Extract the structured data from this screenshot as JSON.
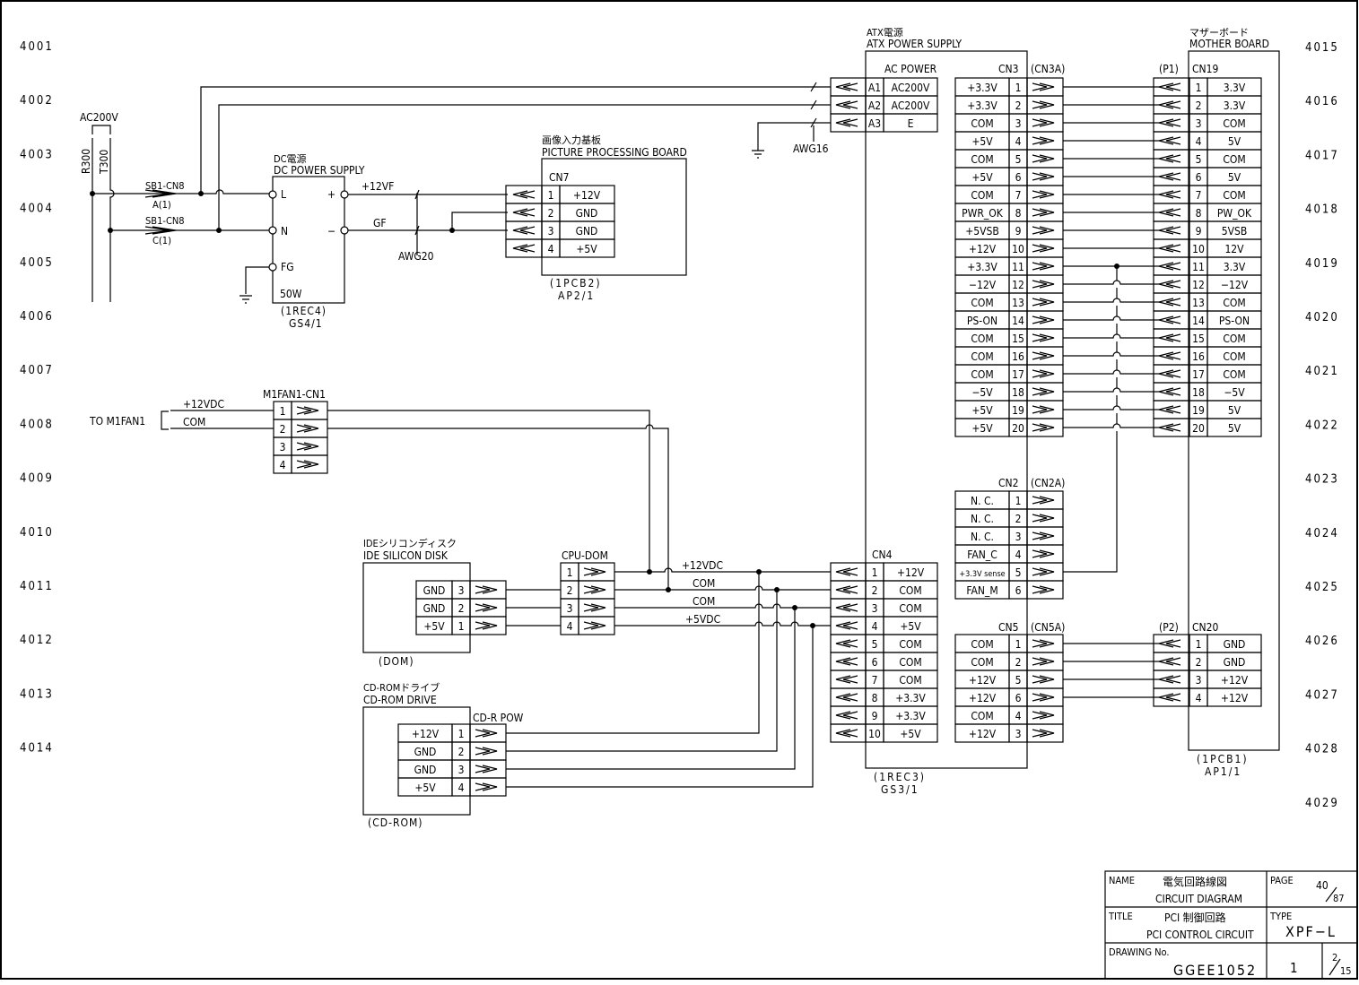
{
  "row_refs_left": [
    "4001",
    "4002",
    "4003",
    "4004",
    "4005",
    "4006",
    "4007",
    "4008",
    "4009",
    "4010",
    "4011",
    "4012",
    "4013",
    "4014"
  ],
  "row_refs_right": [
    "4015",
    "4016",
    "4017",
    "4018",
    "4019",
    "4020",
    "4021",
    "4022",
    "4023",
    "4024",
    "4025",
    "4026",
    "4027",
    "4028",
    "4029"
  ],
  "ac_input": {
    "label": "AC200V",
    "wires": [
      "R300",
      "T300"
    ],
    "connectors": [
      {
        "name": "SB1-CN8",
        "pin": "A(1)"
      },
      {
        "name": "SB1-CN8",
        "pin": "C(1)"
      }
    ]
  },
  "dc_power_supply": {
    "title_jp": "DC電源",
    "title_en": "DC POWER SUPPLY",
    "terminals": [
      "L",
      "N",
      "FG"
    ],
    "plus": "+",
    "minus": "−",
    "rating": "50W",
    "ref": "(1REC4)",
    "sheet_ref": "GS4/1",
    "out_labels": [
      "+12VF",
      "GF"
    ],
    "wire_gauge": "AWG20"
  },
  "picture_board": {
    "title_jp": "画像入力基板",
    "title_en": "PICTURE PROCESSING BOARD",
    "connector": "CN7",
    "pins": [
      {
        "no": "1",
        "signal": "+12V"
      },
      {
        "no": "2",
        "signal": "GND"
      },
      {
        "no": "3",
        "signal": "GND"
      },
      {
        "no": "4",
        "signal": "+5V"
      }
    ],
    "ref": "(1PCB2)",
    "sheet_ref": "AP2/1"
  },
  "atx_power": {
    "title_jp": "ATX電源",
    "title_en": "ATX POWER SUPPLY",
    "ac_header": "AC POWER",
    "ac_pins": [
      {
        "no": "A1",
        "signal": "AC200V"
      },
      {
        "no": "A2",
        "signal": "AC200V"
      },
      {
        "no": "A3",
        "signal": "E"
      }
    ],
    "ac_wire_gauge": "AWG16",
    "ref": "(1REC3)",
    "sheet_ref": "GS3/1",
    "cn3": {
      "name": "CN3",
      "mate": "(CN3A)",
      "pins": [
        {
          "no": "1",
          "signal": "+3.3V"
        },
        {
          "no": "2",
          "signal": "+3.3V"
        },
        {
          "no": "3",
          "signal": "COM"
        },
        {
          "no": "4",
          "signal": "+5V"
        },
        {
          "no": "5",
          "signal": "COM"
        },
        {
          "no": "6",
          "signal": "+5V"
        },
        {
          "no": "7",
          "signal": "COM"
        },
        {
          "no": "8",
          "signal": "PWR_OK"
        },
        {
          "no": "9",
          "signal": "+5VSB"
        },
        {
          "no": "10",
          "signal": "+12V"
        },
        {
          "no": "11",
          "signal": "+3.3V"
        },
        {
          "no": "12",
          "signal": "−12V"
        },
        {
          "no": "13",
          "signal": "COM"
        },
        {
          "no": "14",
          "signal": "PS-ON"
        },
        {
          "no": "15",
          "signal": "COM"
        },
        {
          "no": "16",
          "signal": "COM"
        },
        {
          "no": "17",
          "signal": "COM"
        },
        {
          "no": "18",
          "signal": "−5V"
        },
        {
          "no": "19",
          "signal": "+5V"
        },
        {
          "no": "20",
          "signal": "+5V"
        }
      ]
    },
    "cn2": {
      "name": "CN2",
      "mate": "(CN2A)",
      "pins": [
        {
          "no": "1",
          "signal": "N. C."
        },
        {
          "no": "2",
          "signal": "N. C."
        },
        {
          "no": "3",
          "signal": "N. C."
        },
        {
          "no": "4",
          "signal": "FAN_C"
        },
        {
          "no": "5",
          "signal": "+3.3V sense"
        },
        {
          "no": "6",
          "signal": "FAN_M"
        }
      ]
    },
    "cn4": {
      "name": "CN4",
      "pins": [
        {
          "no": "1",
          "signal": "+12V"
        },
        {
          "no": "2",
          "signal": "COM"
        },
        {
          "no": "3",
          "signal": "COM"
        },
        {
          "no": "4",
          "signal": "+5V"
        },
        {
          "no": "5",
          "signal": "COM"
        },
        {
          "no": "6",
          "signal": "COM"
        },
        {
          "no": "7",
          "signal": "COM"
        },
        {
          "no": "8",
          "signal": "+3.3V"
        },
        {
          "no": "9",
          "signal": "+3.3V"
        },
        {
          "no": "10",
          "signal": "+5V"
        }
      ]
    },
    "cn5": {
      "name": "CN5",
      "mate": "(CN5A)",
      "pins": [
        {
          "no": "1",
          "signal": "COM"
        },
        {
          "no": "2",
          "signal": "COM"
        },
        {
          "no": "5",
          "signal": "+12V"
        },
        {
          "no": "6",
          "signal": "+12V"
        },
        {
          "no": "4",
          "signal": "COM"
        },
        {
          "no": "3",
          "signal": "+12V"
        }
      ]
    }
  },
  "mother_board": {
    "title_jp": "マザーボード",
    "title_en": "MOTHER BOARD",
    "ref": "(1PCB1)",
    "sheet_ref": "AP1/1",
    "cn19": {
      "name": "CN19",
      "mate": "(P1)",
      "pins": [
        {
          "no": "1",
          "signal": "3.3V"
        },
        {
          "no": "2",
          "signal": "3.3V"
        },
        {
          "no": "3",
          "signal": "COM"
        },
        {
          "no": "4",
          "signal": "5V"
        },
        {
          "no": "5",
          "signal": "COM"
        },
        {
          "no": "6",
          "signal": "5V"
        },
        {
          "no": "7",
          "signal": "COM"
        },
        {
          "no": "8",
          "signal": "PW_OK"
        },
        {
          "no": "9",
          "signal": "5VSB"
        },
        {
          "no": "10",
          "signal": "12V"
        },
        {
          "no": "11",
          "signal": "3.3V"
        },
        {
          "no": "12",
          "signal": "−12V"
        },
        {
          "no": "13",
          "signal": "COM"
        },
        {
          "no": "14",
          "signal": "PS-ON"
        },
        {
          "no": "15",
          "signal": "COM"
        },
        {
          "no": "16",
          "signal": "COM"
        },
        {
          "no": "17",
          "signal": "COM"
        },
        {
          "no": "18",
          "signal": "−5V"
        },
        {
          "no": "19",
          "signal": "5V"
        },
        {
          "no": "20",
          "signal": "5V"
        }
      ]
    },
    "cn20": {
      "name": "CN20",
      "mate": "(P2)",
      "pins": [
        {
          "no": "1",
          "signal": "GND"
        },
        {
          "no": "2",
          "signal": "GND"
        },
        {
          "no": "3",
          "signal": "+12V"
        },
        {
          "no": "4",
          "signal": "+12V"
        }
      ]
    }
  },
  "fan": {
    "target": "TO M1FAN1",
    "connector": "M1FAN1-CN1",
    "wire_labels": [
      "+12VDC",
      "COM"
    ],
    "pins": [
      "1",
      "2",
      "3",
      "4"
    ]
  },
  "ide_disk": {
    "title_jp": "IDEシリコンディスク",
    "title_en": "IDE SILICON DISK",
    "ref": "(DOM)",
    "pins": [
      {
        "no": "3",
        "signal": "GND"
      },
      {
        "no": "2",
        "signal": "GND"
      },
      {
        "no": "1",
        "signal": "+5V"
      }
    ],
    "cpu_dom": {
      "name": "CPU-DOM",
      "pins": [
        "1",
        "2",
        "3",
        "4"
      ]
    },
    "bus_labels": [
      "+12VDC",
      "COM",
      "COM",
      "+5VDC"
    ]
  },
  "cdrom": {
    "title_jp": "CD-ROMドライブ",
    "title_en": "CD-ROM DRIVE",
    "connector": "CD-R POW",
    "ref": "(CD-ROM)",
    "pins": [
      {
        "no": "1",
        "signal": "+12V"
      },
      {
        "no": "2",
        "signal": "GND"
      },
      {
        "no": "3",
        "signal": "GND"
      },
      {
        "no": "4",
        "signal": "+5V"
      }
    ]
  },
  "title_block": {
    "name_label": "NAME",
    "name_jp": "電気回路線図",
    "name_en": "CIRCUIT DIAGRAM",
    "page_label": "PAGE",
    "page_num": "40",
    "page_total": "87",
    "title_label": "TITLE",
    "title_jp": "PCI 制御回路",
    "title_en": "PCI CONTROL CIRCUIT",
    "type_label": "TYPE",
    "type_value": "XPF−L",
    "drawing_label": "DRAWING No.",
    "drawing_no": "GGEE1052",
    "revision": "1",
    "sheet_num": "2",
    "sheet_total": "15"
  }
}
